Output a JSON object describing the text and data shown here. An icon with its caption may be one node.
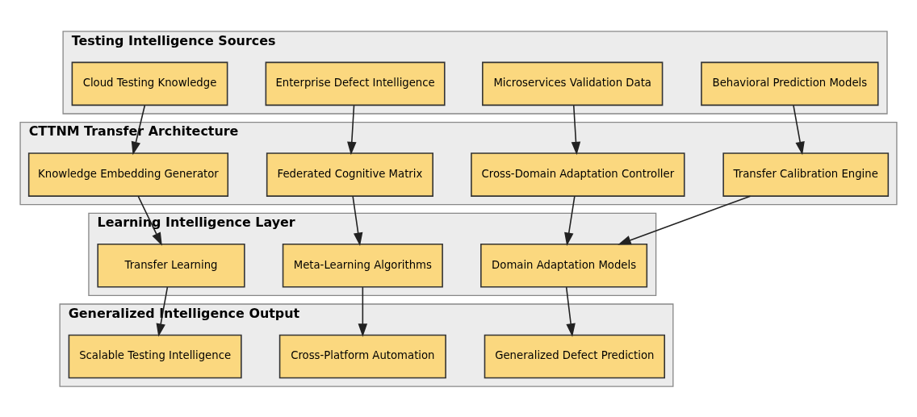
{
  "diagram": {
    "nodes": [
      {
        "text": [
          "Testing Intelligence Sources"
        ]
      },
      {
        "text": [
          "Cloud Testing Knowledge"
        ],
        "in": 0
      },
      {
        "text": [
          "Enterprise Defect Intelligence"
        ],
        "in": 0
      },
      {
        "text": [
          "Microservices Validation Data"
        ],
        "in": 0
      },
      {
        "text": [
          "Behavioral Prediction Models"
        ],
        "in": 0
      },
      {
        "text": [
          "CTTNM Transfer Architecture"
        ]
      },
      {
        "text": [
          "Knowledge Embedding Generator"
        ],
        "in": 5
      },
      {
        "text": [
          "Federated Cognitive Matrix"
        ],
        "in": 5
      },
      {
        "text": [
          "Cross-Domain Adaptation Controller"
        ],
        "in": 5
      },
      {
        "text": [
          "Transfer Calibration Engine"
        ],
        "in": 5
      },
      {
        "text": [
          "Learning Intelligence Layer"
        ]
      },
      {
        "text": [
          "Transfer Learning"
        ],
        "in": 10
      },
      {
        "text": [
          "Meta-Learning Algorithms"
        ],
        "in": 10
      },
      {
        "text": [
          "Domain Adaptation Models"
        ],
        "in": 10
      },
      {
        "text": [
          "Generalized Intelligence Output"
        ]
      },
      {
        "text": [
          "Scalable Testing Intelligence"
        ],
        "in": 14
      },
      {
        "text": [
          "Cross-Platform Automation"
        ],
        "in": 14
      },
      {
        "text": [
          "Generalized Defect Prediction"
        ],
        "in": 14
      }
    ],
    "edges": [
      {
        "from": 1,
        "to": 6,
        "arrow": "to"
      },
      {
        "from": 2,
        "to": 7,
        "arrow": "to"
      },
      {
        "from": 3,
        "to": 8,
        "arrow": "to"
      },
      {
        "from": 4,
        "to": 9,
        "arrow": "to"
      },
      {
        "from": 6,
        "to": 11,
        "arrow": "to"
      },
      {
        "from": 7,
        "to": 12,
        "arrow": "to"
      },
      {
        "from": 8,
        "to": 13,
        "arrow": "to"
      },
      {
        "from": 9,
        "to": 13,
        "arrow": "to"
      },
      {
        "from": 11,
        "to": 15,
        "arrow": "to"
      },
      {
        "from": 12,
        "to": 16,
        "arrow": "to"
      },
      {
        "from": 13,
        "to": 17,
        "arrow": "to"
      }
    ]
  }
}
